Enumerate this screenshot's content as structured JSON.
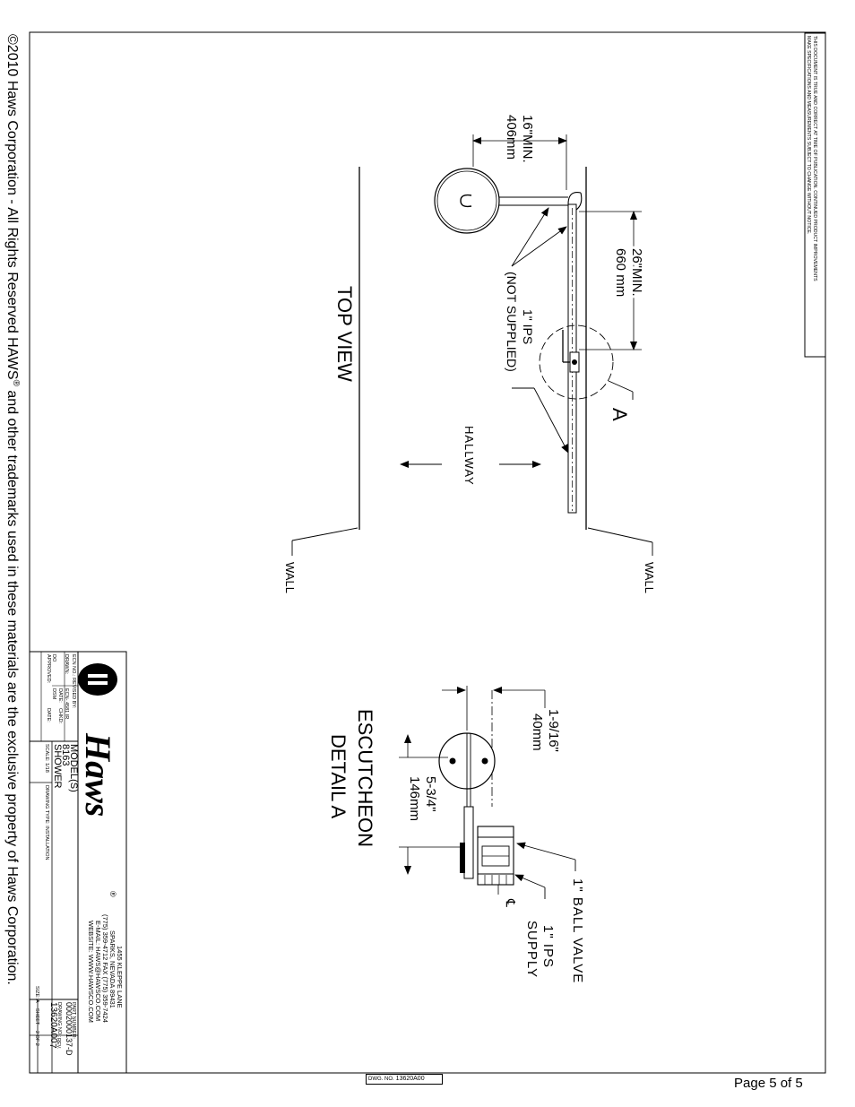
{
  "copyright": {
    "prefix": "©2010 Haws Corporation - All Rights Reserved    HAWS",
    "registered": "®",
    "suffix": " and other trademarks used in these materials are the exclusive property of Haws Corporation."
  },
  "notice": {
    "line1": "THIS DOCUMENT IS TRUE AND CORRECT AT TIME OF PUBLICATION. CONTINUED PRODUCT IMPROVEMENTS",
    "line2": "MAKE SPECIFICATIONS AND MEASUREMENTS SUBJECT TO CHANGE WITHOUT NOTICE."
  },
  "top_view": {
    "title": "TOP VIEW",
    "dim_width_1": "16\"MIN.",
    "dim_width_2": "406mm",
    "dim_length_1": "26\"MIN.",
    "dim_length_2": "660  mm",
    "pipe_label_1": "1\" IPS",
    "pipe_label_2": "(NOT SUPPLIED)",
    "detail_callout": "A",
    "hallway": "HALLWAY",
    "wall_right": "WALL",
    "wall_left": "WALL"
  },
  "detail_a": {
    "title_1": "ESCUTCHEON",
    "title_2": "DETAIL A",
    "dim_1a": "1-9/16\"",
    "dim_1b": "40mm",
    "dim_2a": "5-3/4\"",
    "dim_2b": "146mm",
    "ball_valve": "1\"  BALL VALVE",
    "supply_1": "1\" IPS",
    "supply_2": "SUPPLY",
    "centerline": "℄"
  },
  "title_block": {
    "logo_text": "Haws",
    "logo_registered": "®",
    "address": [
      "1455 KLEPPE LANE",
      "SPARKS, NEVADA 89431",
      "(775) 359-4712   FAX (775) 359-7424",
      "E-MAIL: HAWS@HAWSCO.COM",
      "WEBSITE: WWW.HAWSCO.COM"
    ],
    "ecn_label": "ECN NO.: REVISED BY:",
    "ecn_value": "ECN- 4581  IR",
    "drawn_label": "DRAWN:",
    "date_label": "DATE:",
    "chkd_label": "CHKD:",
    "do_label": "DO",
    "dsm_label": "DSM",
    "approved_label": "APPROVED:",
    "models_label": "MODEL(S)",
    "model": "8163",
    "description": "SHOWER",
    "scale": "SCALE: 1/18",
    "drawing_type": "DRAWING TYPE: INSTALLATION",
    "part_number_label": "PART NUMBER:",
    "part_number": "0002000137-D",
    "drawing_no_label": "DRAWING NO.:",
    "drawing_no": "13620A00",
    "rev_label": "REV.",
    "rev": "7",
    "size_label": "SIZE: A",
    "sheet_label": "SHEET",
    "sheet": "2  OF  2"
  },
  "dwg_label": "DWG. NO.",
  "dwg_no": "13620A00",
  "page_label": "Page 5 of 5"
}
